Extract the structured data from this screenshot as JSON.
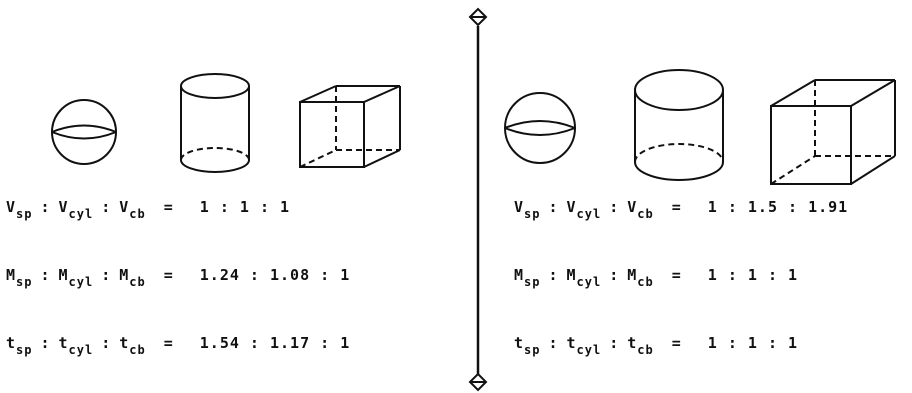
{
  "left": {
    "rows": [
      {
        "terms": [
          {
            "sym": "V",
            "sub": "sp"
          },
          {
            "sym": "V",
            "sub": "cyl"
          },
          {
            "sym": "V",
            "sub": "cb"
          }
        ],
        "value": "1 : 1 : 1"
      },
      {
        "terms": [
          {
            "sym": "M",
            "sub": "sp"
          },
          {
            "sym": "M",
            "sub": "cyl"
          },
          {
            "sym": "M",
            "sub": "cb"
          }
        ],
        "value": "1.24 : 1.08 : 1"
      },
      {
        "terms": [
          {
            "sym": "t",
            "sub": "sp"
          },
          {
            "sym": "t",
            "sub": "cyl"
          },
          {
            "sym": "t",
            "sub": "cb"
          }
        ],
        "value": "1.54 : 1.17 : 1"
      }
    ]
  },
  "right": {
    "rows": [
      {
        "terms": [
          {
            "sym": "V",
            "sub": "sp"
          },
          {
            "sym": "V",
            "sub": "cyl"
          },
          {
            "sym": "V",
            "sub": "cb"
          }
        ],
        "value": "1 : 1.5 : 1.91"
      },
      {
        "terms": [
          {
            "sym": "M",
            "sub": "sp"
          },
          {
            "sym": "M",
            "sub": "cyl"
          },
          {
            "sym": "M",
            "sub": "cb"
          }
        ],
        "value": "1 : 1 : 1"
      },
      {
        "terms": [
          {
            "sym": "t",
            "sub": "sp"
          },
          {
            "sym": "t",
            "sub": "cyl"
          },
          {
            "sym": "t",
            "sub": "cb"
          }
        ],
        "value": "1 : 1 : 1"
      }
    ]
  },
  "separator_symbol": ":",
  "equals_symbol": "=",
  "colors": {
    "ink": "#111111",
    "background": "#ffffff"
  }
}
